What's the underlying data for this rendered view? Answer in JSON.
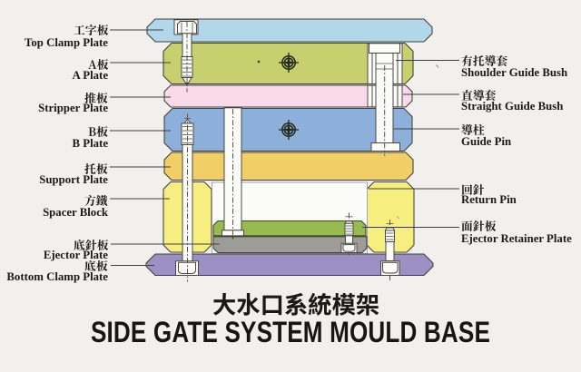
{
  "title": {
    "zh": "大水口系統模架",
    "en": "SIDE GATE SYSTEM MOULD BASE"
  },
  "left_labels": [
    {
      "zh": "工字板",
      "en": "Top Clamp Plate"
    },
    {
      "zh": "A板",
      "en": "A Plate"
    },
    {
      "zh": "推板",
      "en": "Stripper Plate"
    },
    {
      "zh": "B板",
      "en": "B Plate"
    },
    {
      "zh": "托板",
      "en": "Support Plate"
    },
    {
      "zh": "方鐵",
      "en": "Spacer Block"
    },
    {
      "zh": "底針板",
      "en": "Ejector Plate"
    },
    {
      "zh": "底板",
      "en": "Bottom Clamp Plate"
    }
  ],
  "right_labels": [
    {
      "zh": "有托導套",
      "en": "Shoulder Guide Bush"
    },
    {
      "zh": "直導套",
      "en": "Straight Guide Bush"
    },
    {
      "zh": "導柱",
      "en": "Guide Pin"
    },
    {
      "zh": "回針",
      "en": "Return Pin"
    },
    {
      "zh": "面針板",
      "en": "Ejector Retainer Plate"
    }
  ],
  "colors": {
    "background": "#f1f0ec",
    "top_clamp_plate": "#b2d7eb",
    "a_plate": "#c7cf6e",
    "stripper_plate": "#f8dae8",
    "b_plate": "#8db0da",
    "support_plate": "#f2cf66",
    "spacer_block": "#f6ef80",
    "ejector_retainer_plate": "#95bb51",
    "ejector_plate": "#9e9c97",
    "bottom_clamp_plate": "#9c90c5",
    "outline": "#3a3a36",
    "hardware_fill": "#fbfbf8",
    "text": "#1a1a1a"
  }
}
